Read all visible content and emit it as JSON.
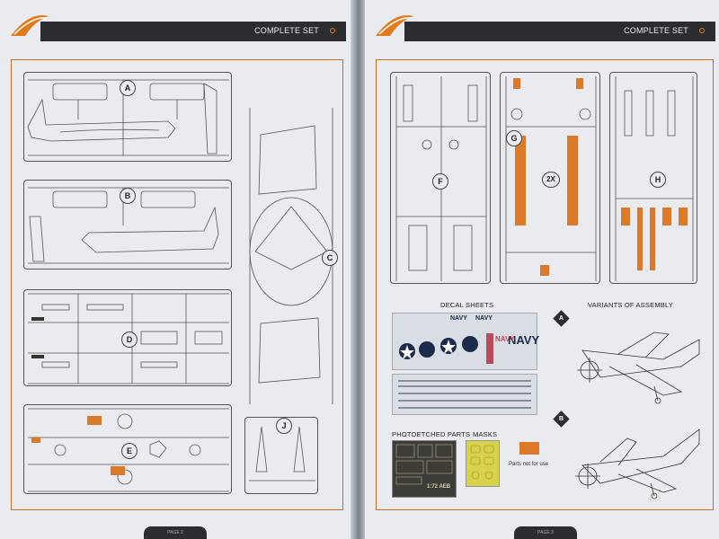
{
  "left_page": {
    "header": {
      "title": "COMPLETE SET"
    },
    "sprues": [
      {
        "letter": "A"
      },
      {
        "letter": "B"
      },
      {
        "letter": "C"
      },
      {
        "letter": "D"
      },
      {
        "letter": "E"
      },
      {
        "letter": "J"
      }
    ],
    "page_number": "PAGE 2"
  },
  "right_page": {
    "header": {
      "title": "COMPLETE SET"
    },
    "sprues": [
      {
        "letter": "F"
      },
      {
        "letter": "G"
      },
      {
        "letter": "H"
      }
    ],
    "g_badge": "2X",
    "sections": {
      "decal_sheets": "DECAL SHEETS",
      "variants": "VARIANTS OF ASSEMBLY",
      "photoetched": "PHOTOETCHED PARTS",
      "masks": "MASKS"
    },
    "variants": [
      {
        "letter": "A"
      },
      {
        "letter": "B"
      }
    ],
    "decal_text": {
      "navy1": "NAVY",
      "navy2": "NAVY",
      "navy_large": "NAVY",
      "navy_vertical": "NAVY"
    },
    "pe_label": "1:72 AEB",
    "legend": {
      "text": "Parts not for use",
      "color": "#dd7a2a"
    },
    "page_number": "PAGE 3"
  },
  "colors": {
    "accent": "#dd7a2a",
    "header": "#2b2d31",
    "paper": "#e9ebf1"
  }
}
